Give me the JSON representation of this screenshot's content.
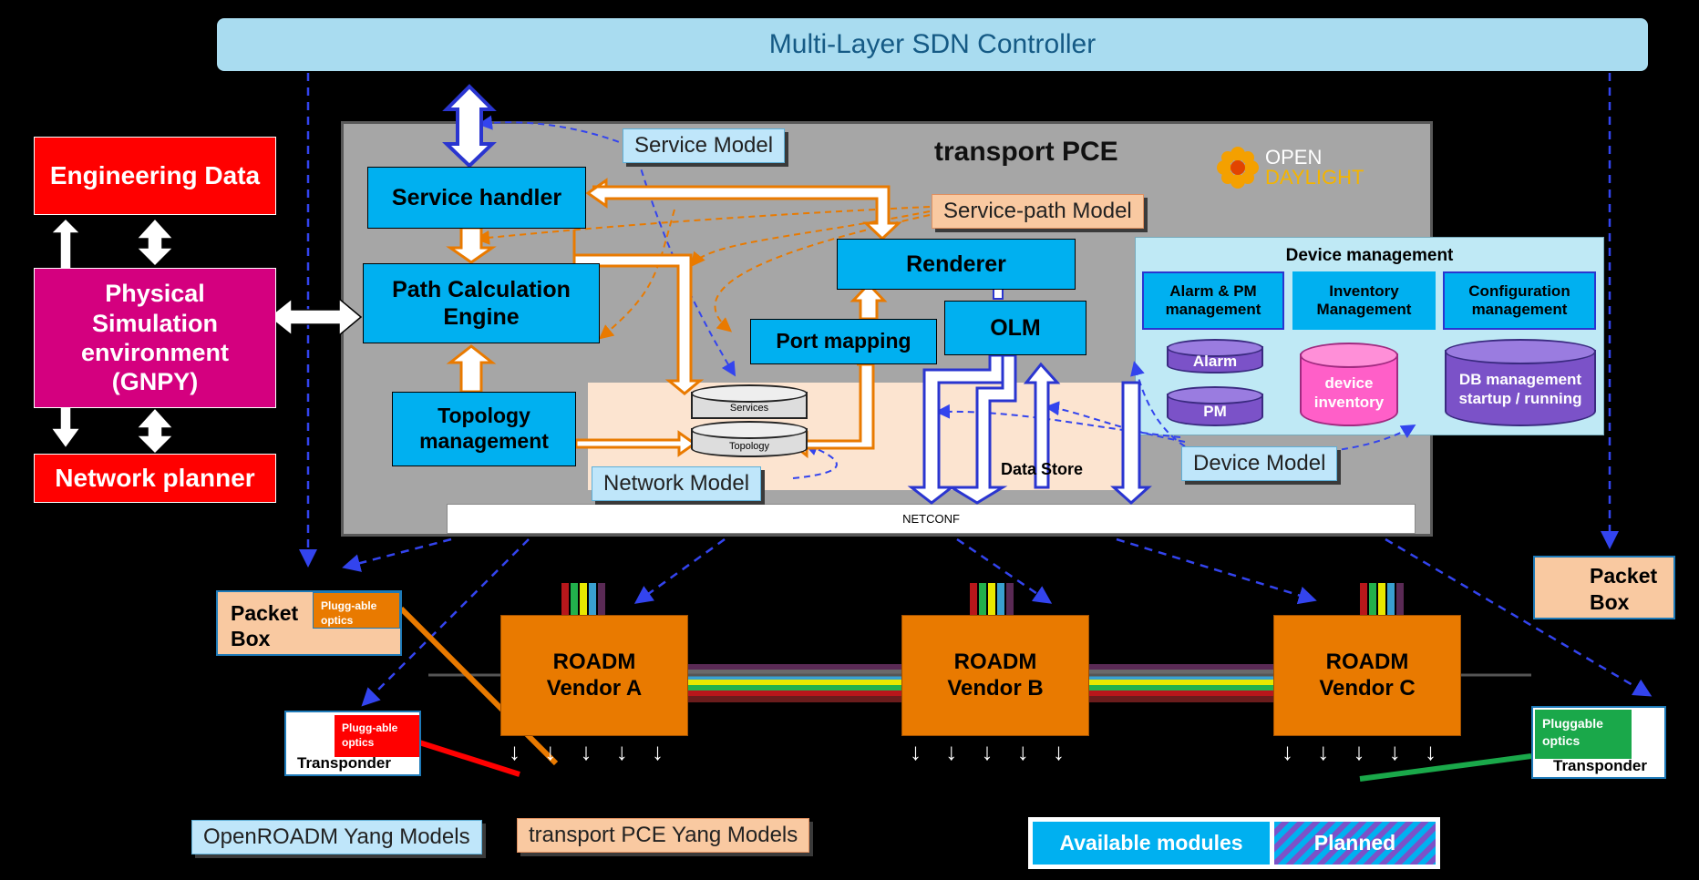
{
  "controller": {
    "title": "Multi-Layer SDN Controller"
  },
  "pce": {
    "title": "transport PCE",
    "logo_line1": "OPEN",
    "logo_line2": "DAYLIGHT",
    "service_handler": "Service handler",
    "path_calc": "Path Calculation Engine",
    "topology_mgmt": "Topology management",
    "renderer": "Renderer",
    "port_mapping": "Port mapping",
    "olm": "OLM",
    "data_store": "Data Store",
    "netconf": "NETCONF",
    "services": "Services",
    "topology": "Topology"
  },
  "models": {
    "service": "Service Model",
    "service_path": "Service-path Model",
    "network": "Network Model",
    "device": "Device Model"
  },
  "device_mgmt": {
    "title": "Device management",
    "alarm_pm": "Alarm & PM management",
    "inventory": "Inventory Management",
    "config": "Configuration management",
    "alarm": "Alarm",
    "pm": "PM",
    "device_inventory": "device inventory",
    "db_mgmt": "DB management startup / running"
  },
  "left": {
    "engineering_data": "Engineering Data",
    "physical_sim": "Physical Simulation environment (GNPY)",
    "network_planner": "Network planner"
  },
  "network": {
    "packet_box": "Packet Box",
    "plug_hyphen": "Plugg-able optics",
    "plug_word": "Pluggable optics",
    "transponder": "Transponder",
    "roadm_a": "ROADM Vendor A",
    "roadm_b": "ROADM Vendor B",
    "roadm_c": "ROADM Vendor C"
  },
  "legend": {
    "openroadm": "OpenROADM Yang Models",
    "tpce_yang": "transport PCE Yang Models",
    "available": "Available modules",
    "planned": "Planned"
  },
  "colors": {
    "available": "#00b0f0",
    "planned": "#7b52c8",
    "orange_arrow": "#e97a00",
    "dashed_blue": "#3344ee",
    "dashed_orange": "#e97a00"
  }
}
